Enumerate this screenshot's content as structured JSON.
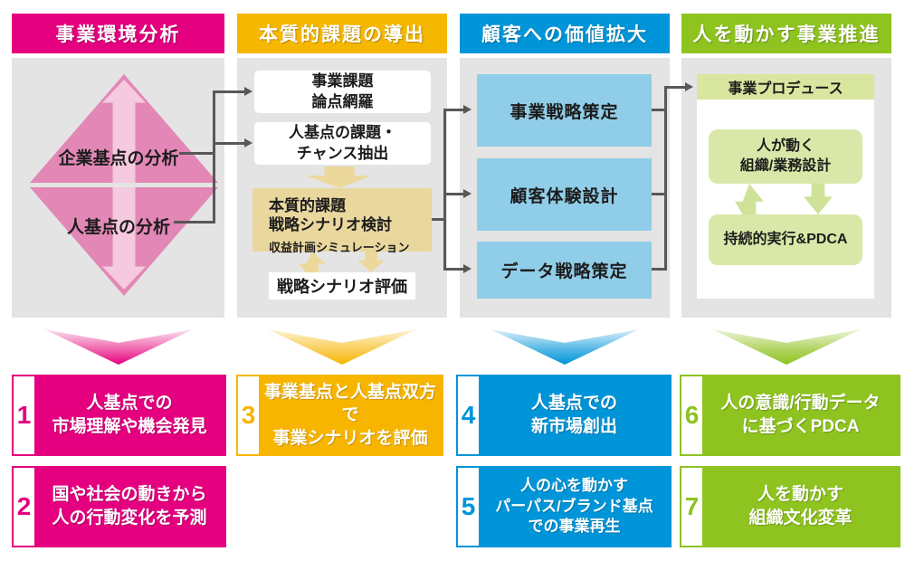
{
  "columns": [
    {
      "title": "事業環境分析",
      "theme_color": "#e4007f"
    },
    {
      "title": "本質的課題の導出",
      "theme_color": "#f6b700"
    },
    {
      "title": "顧客への価値拡大",
      "theme_color": "#0095d9"
    },
    {
      "title": "人を動かす事業推進",
      "theme_color": "#8ec320"
    }
  ],
  "environment_analysis": {
    "corporate_label": "企業基点の分析",
    "human_label": "人基点の分析"
  },
  "issue_derivation": {
    "box_business_issues": "事業課題\n論点網羅",
    "box_human_issues": "人基点の課題・\nチャンス抽出",
    "main_box_title": "本質的課題\n戦略シナリオ検討",
    "main_box_sub": "収益計画シミュレーション",
    "eval_box": "戦略シナリオ評価"
  },
  "value_expansion": {
    "box_business_strategy": "事業戦略策定",
    "box_customer_experience": "顧客体験設計",
    "box_data_strategy": "データ戦略策定"
  },
  "business_promotion": {
    "produce_bar": "事業プロデュース",
    "box_org_design": "人が動く\n組織/業務設計",
    "box_pdca": "持続的実行&PDCA"
  },
  "outcomes": [
    {
      "num": "1",
      "text": "人基点での\n市場理解や機会発見",
      "color": "#e4007f"
    },
    {
      "num": "2",
      "text": "国や社会の動きから\n人の行動変化を予測",
      "color": "#e4007f"
    },
    {
      "num": "3",
      "text": "事業基点と人基点双方で\n事業シナリオを評価",
      "color": "#f8b500"
    },
    {
      "num": "4",
      "text": "人基点での\n新市場創出",
      "color": "#0095d9"
    },
    {
      "num": "5",
      "text": "人の心を動かす\nパーパス/ブランド基点\nでの事業再生",
      "color": "#0095d9"
    },
    {
      "num": "6",
      "text": "人の意識/行動データ\nに基づくPDCA",
      "color": "#8ec320"
    },
    {
      "num": "7",
      "text": "人を動かす\n組織文化変革",
      "color": "#8ec320"
    }
  ],
  "accent_colors": {
    "panel_gray": "#e4e4e4",
    "connector_gray": "#595757",
    "diamond_pink": "#e287b6",
    "diamond_arrow_pink": "#f5c9de",
    "light_blue_box": "#90cde8",
    "tan_box": "#e9d79e",
    "light_green_box": "#d9e8a8"
  }
}
